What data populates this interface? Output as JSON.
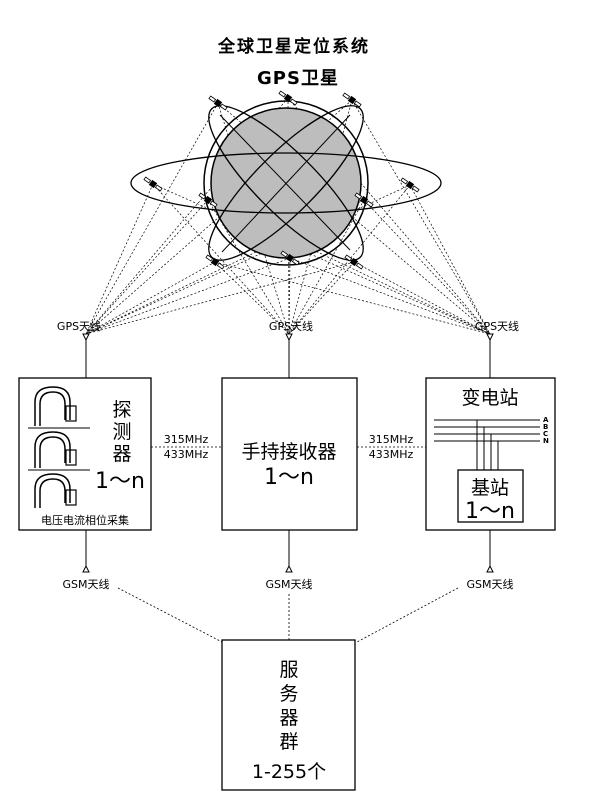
{
  "title": "全球卫星定位系统",
  "satellite_label": "GPS卫星",
  "antennas": {
    "gps_left": "GPS天线",
    "gps_mid": "GPS天线",
    "gps_right": "GPS天线",
    "gsm_left": "GSM天线",
    "gsm_mid": "GSM天线",
    "gsm_right": "GSM天线"
  },
  "detector": {
    "name_line1": "探",
    "name_line2": "测",
    "name_line3": "器",
    "count": "1～n",
    "caption": "电压电流相位采集"
  },
  "receiver": {
    "name": "手持接收器",
    "count": "1～n"
  },
  "substation": {
    "name": "变电站",
    "phase_labels": [
      "A",
      "B",
      "C",
      "N"
    ],
    "base_name": "基站",
    "base_count": "1～n"
  },
  "links": {
    "left_freq1": "315MHz",
    "left_freq2": "433MHz",
    "right_freq1": "315MHz",
    "right_freq2": "433MHz"
  },
  "server": {
    "line1": "服",
    "line2": "务",
    "line3": "器",
    "line4": "群",
    "count": "1-255个"
  }
}
